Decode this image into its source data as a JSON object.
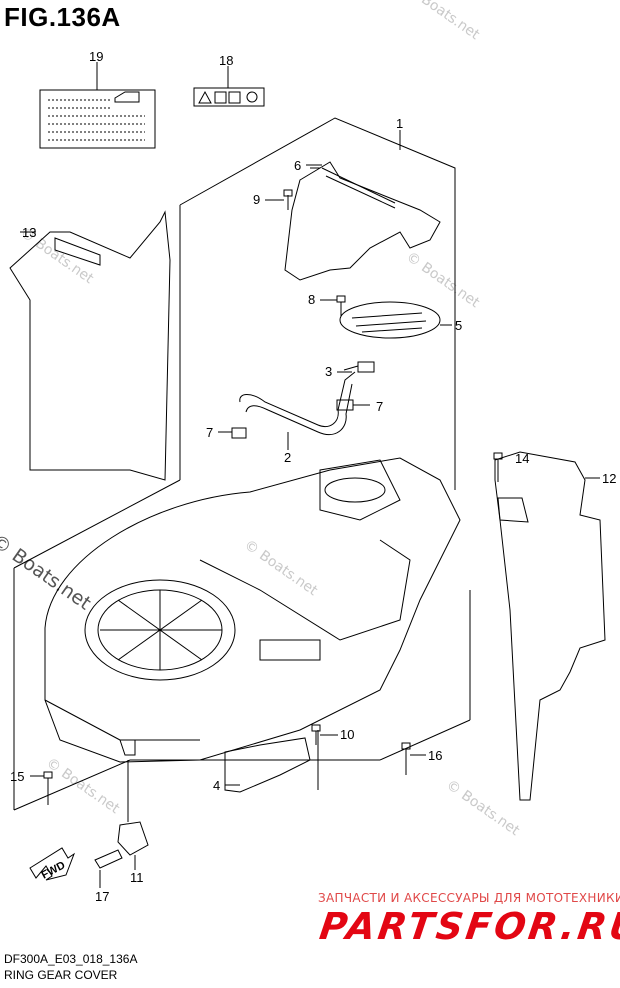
{
  "figure": {
    "title": "FIG.136A"
  },
  "callouts": [
    "1",
    "2",
    "3",
    "4",
    "5",
    "6",
    "7",
    "7",
    "8",
    "9",
    "10",
    "11",
    "12",
    "13",
    "14",
    "15",
    "16",
    "17",
    "18",
    "19"
  ],
  "watermarks": [
    "© Boats.net",
    "© Boats.net",
    "© Boats.net",
    "© Boats.net",
    "© Boats.net",
    "© Boats.net",
    "© Boats.net"
  ],
  "direction_label": "FWD",
  "footer": {
    "code": "DF300A_E03_018_136A",
    "caption": "RING GEAR COVER"
  },
  "store": {
    "tagline": "ЗАПЧАСТИ И АКСЕССУАРЫ ДЛЯ МОТОТЕХНИКИ",
    "logo": "PARTSFOR.RU"
  },
  "colors": {
    "line": "#000000",
    "store_red": "#e30613",
    "watermark": "#c9c9c9"
  }
}
